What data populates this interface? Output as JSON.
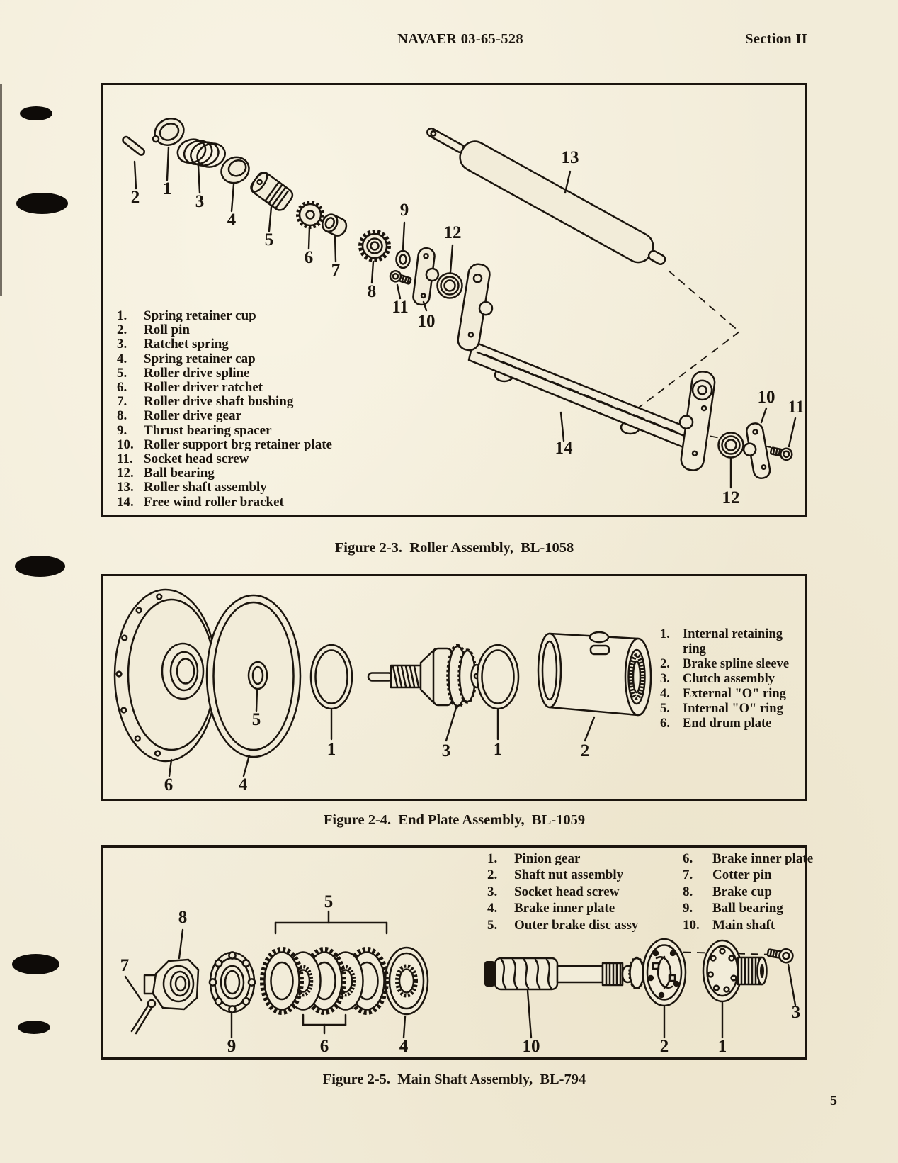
{
  "header": {
    "doc_number": "NAVAER 03-65-528",
    "section": "Section II"
  },
  "page_number": "5",
  "figures": {
    "fig23": {
      "caption": "Figure 2-3.  Roller Assembly,  BL-1058",
      "parts": [
        {
          "num": "1.",
          "label": "Spring retainer cup"
        },
        {
          "num": "2.",
          "label": "Roll pin"
        },
        {
          "num": "3.",
          "label": "Ratchet spring"
        },
        {
          "num": "4.",
          "label": "Spring retainer cap"
        },
        {
          "num": "5.",
          "label": "Roller drive spline"
        },
        {
          "num": "6.",
          "label": "Roller driver ratchet"
        },
        {
          "num": "7.",
          "label": "Roller drive shaft bushing"
        },
        {
          "num": "8.",
          "label": "Roller drive gear"
        },
        {
          "num": "9.",
          "label": "Thrust bearing spacer"
        },
        {
          "num": "10.",
          "label": "Roller support brg retainer plate"
        },
        {
          "num": "11.",
          "label": "Socket head screw"
        },
        {
          "num": "12.",
          "label": "Ball bearing"
        },
        {
          "num": "13.",
          "label": "Roller shaft assembly"
        },
        {
          "num": "14.",
          "label": "Free wind roller bracket"
        }
      ],
      "callouts": {
        "spring_retainer_cup": "1",
        "roll_pin": "2",
        "ratchet_spring": "3",
        "spring_retainer_cap": "4",
        "roller_drive_spline": "5",
        "roller_driver_ratchet": "6",
        "shaft_bushing": "7",
        "roller_drive_gear": "8",
        "thrust_bearing_spacer": "9",
        "retainer_plate_left": "10",
        "socket_head_screw_left": "11",
        "ball_bearing_left": "12",
        "roller_shaft": "13",
        "free_wind_bracket": "14",
        "retainer_plate_right": "10",
        "socket_head_screw_right": "11",
        "ball_bearing_right": "12"
      }
    },
    "fig24": {
      "caption": "Figure 2-4.  End Plate Assembly,  BL-1059",
      "parts": [
        {
          "num": "1.",
          "label": "Internal retaining ring"
        },
        {
          "num": "2.",
          "label": "Brake spline sleeve"
        },
        {
          "num": "3.",
          "label": "Clutch assembly"
        },
        {
          "num": "4.",
          "label": "External \"O\" ring"
        },
        {
          "num": "5.",
          "label": "Internal \"O\" ring"
        },
        {
          "num": "6.",
          "label": "End drum plate"
        }
      ],
      "callouts": {
        "internal_o_ring": "5",
        "retaining_ring_left": "1",
        "clutch_assembly": "3",
        "retaining_ring_right": "1",
        "brake_spline_sleeve": "2",
        "end_drum_plate": "6",
        "external_o_ring": "4"
      }
    },
    "fig25": {
      "caption": "Figure 2-5.  Main Shaft Assembly,  BL-794",
      "parts_col1": [
        {
          "num": "1.",
          "label": "Pinion gear"
        },
        {
          "num": "2.",
          "label": "Shaft nut assembly"
        },
        {
          "num": "3.",
          "label": "Socket head screw"
        },
        {
          "num": "4.",
          "label": "Brake inner plate"
        },
        {
          "num": "5.",
          "label": "Outer brake disc assy"
        }
      ],
      "parts_col2": [
        {
          "num": "6.",
          "label": "Brake inner plate"
        },
        {
          "num": "7.",
          "label": "Cotter pin"
        },
        {
          "num": "8.",
          "label": "Brake cup"
        },
        {
          "num": "9.",
          "label": "Ball bearing"
        },
        {
          "num": "10.",
          "label": "Main shaft"
        }
      ],
      "callouts": {
        "cotter_pin": "7",
        "brake_cup": "8",
        "ball_bearing": "9",
        "outer_disc_assy": "5",
        "inner_plates": "6",
        "brake_inner_plate": "4",
        "main_shaft": "10",
        "shaft_nut": "2",
        "pinion_gear": "1",
        "socket_head_screw": "3"
      }
    }
  }
}
